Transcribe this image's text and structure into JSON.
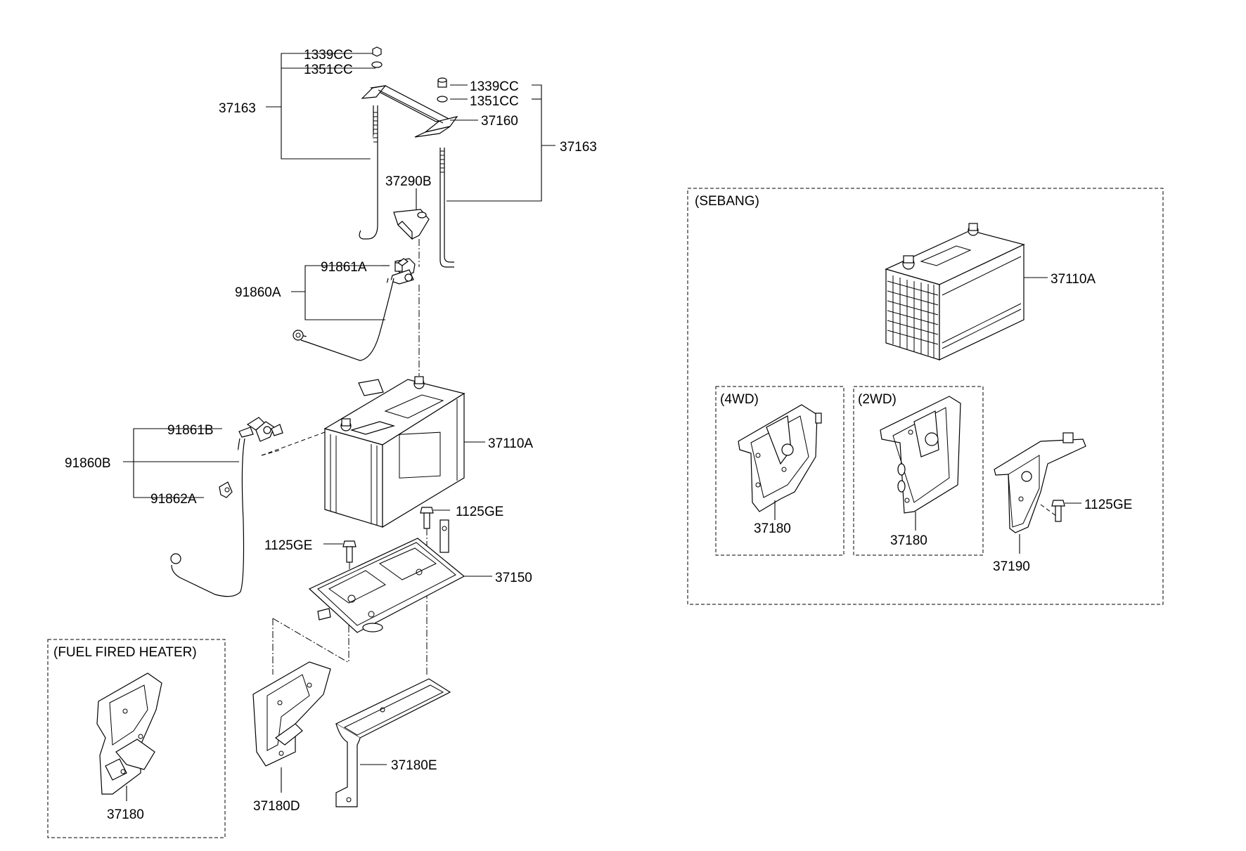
{
  "labels": {
    "nut_top_left": "1339CC",
    "washer_top_left": "1351CC",
    "rod_left": "37163",
    "nut_top_right": "1339CC",
    "washer_top_right": "1351CC",
    "clamp": "37160",
    "rod_right": "37163",
    "terminal_cover": "37290B",
    "pos_clamp": "91861A",
    "pos_cable": "91860A",
    "neg_clamp": "91861B",
    "neg_cable": "91860B",
    "neg_bracket": "91862A",
    "battery_main": "37110A",
    "bolt_right": "1125GE",
    "bolt_left": "1125GE",
    "tray": "37150",
    "bracket_d": "37180D",
    "bracket_e": "37180E",
    "heater_bracket": "37180",
    "sebang_battery": "37110A",
    "bracket_4wd": "37180",
    "bracket_2wd": "37180",
    "bracket_37190": "37190",
    "bolt_sebang": "1125GE"
  },
  "groups": {
    "fuel_heater": "(FUEL FIRED HEATER)",
    "sebang": "(SEBANG)",
    "four_wd": "(4WD)",
    "two_wd": "(2WD)"
  }
}
